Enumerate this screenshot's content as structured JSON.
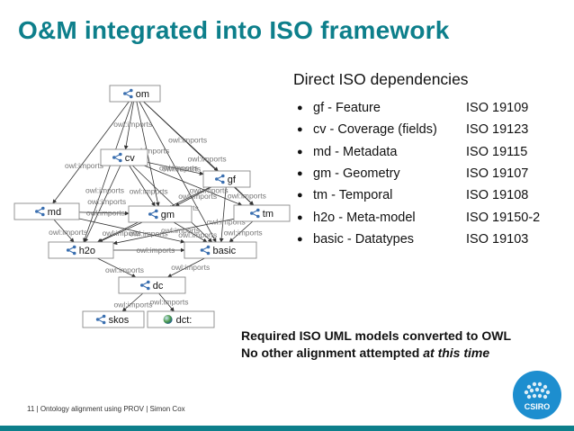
{
  "slide": {
    "title": "O&M integrated into ISO framework",
    "deps_heading": "Direct ISO dependencies",
    "dependencies": [
      {
        "desc": "gf - Feature",
        "std": "ISO 19109"
      },
      {
        "desc": "cv - Coverage (fields)",
        "std": "ISO 19123"
      },
      {
        "desc": "md - Metadata",
        "std": "ISO 19115"
      },
      {
        "desc": "gm - Geometry",
        "std": "ISO 19107"
      },
      {
        "desc": "tm - Temporal",
        "std": "ISO 19108"
      },
      {
        "desc": "h2o - Meta-model",
        "std": "ISO 19150-2"
      },
      {
        "desc": "basic - Datatypes",
        "std": "ISO 19103"
      }
    ],
    "note_line1": "Required ISO UML models converted to OWL",
    "note_line2_prefix": "No other alignment attempted ",
    "note_line2_emph": "at this time",
    "footer": "11  |  Ontology alignment using PROV  |  Simon Cox",
    "logo_text": "CSIRO",
    "colors": {
      "title": "#0d7f8b",
      "footer_bar": "#0d7f8b",
      "logo": "#1d8ecf"
    },
    "icons": [
      "ontology-node-icon",
      "globe-icon",
      "csiro-logo"
    ]
  },
  "graph": {
    "nodes": [
      {
        "id": "om",
        "label": "om"
      },
      {
        "id": "cv",
        "label": "cv"
      },
      {
        "id": "gf",
        "label": "gf"
      },
      {
        "id": "md",
        "label": "md"
      },
      {
        "id": "gm",
        "label": "gm"
      },
      {
        "id": "tm",
        "label": "tm"
      },
      {
        "id": "h2o",
        "label": "h2o"
      },
      {
        "id": "basic",
        "label": "basic"
      },
      {
        "id": "dc",
        "label": "dc"
      },
      {
        "id": "skos",
        "label": "skos"
      },
      {
        "id": "dct",
        "label": "dct:"
      }
    ],
    "edge_label": "owl:imports"
  }
}
